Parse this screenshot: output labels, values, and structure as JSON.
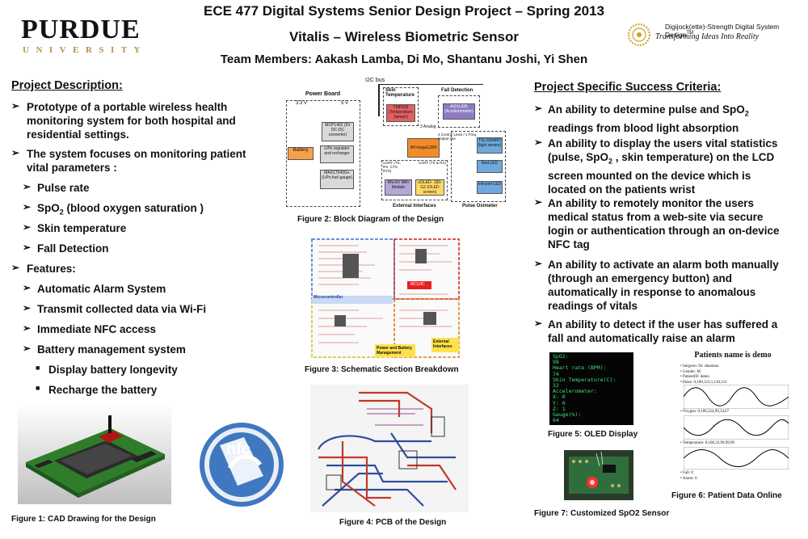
{
  "header": {
    "logo_word": "PURDUE",
    "logo_sub": "UNIVERSITY",
    "line1": "ECE 477 Digital Systems Senior Design Project – Spring 2013",
    "line2": "Vitalis – Wireless Biometric Sensor",
    "line3": "Team Members:  Aakash Lamba, Di Mo, Shantanu Joshi, Yi Shen",
    "dj_line1": "Digijock(ette)-Strength Digital System Design",
    "dj_tm": "TM",
    "dj_line2": "Transforming Ideas Into Reality"
  },
  "description": {
    "title": "Project Description:",
    "p1": "Prototype of a portable wireless health monitoring system for  both hospital  and residential settings.",
    "p2": "The system focuses on monitoring patient vital parameters :",
    "vitals": [
      "Pulse rate",
      "Skin temperature",
      "Fall Detection"
    ],
    "spo2_pre": "SpO",
    "spo2_sub": "2",
    "spo2_post": " (blood oxygen saturation )",
    "features_title": "Features:",
    "features": [
      "Automatic Alarm System",
      "Transmit collected data via Wi-Fi",
      "Immediate  NFC access",
      "Battery management system"
    ],
    "battery": [
      "Display battery longevity",
      "Recharge the battery"
    ]
  },
  "criteria": {
    "title": "Project Specific Success Criteria:",
    "c1a": "An ability to determine pulse and SpO",
    "c1b": "readings from blood light absorption",
    "c2a": "An ability to display the users vital statistics",
    "c2b": "(pulse, SpO",
    "c2c": " , skin temperature) on the LCD",
    "c2d": "screen mounted on the device which is",
    "c2e": "located on the patients wrist",
    "c3": [
      "An ability to remotely monitor the users",
      "medical status from a web-site via secure",
      "login or authentication through an on-device",
      "NFC tag"
    ],
    "c4": [
      "An ability to activate an alarm both manually",
      "(through an emergency button) and",
      "automatically  in response to anomalous",
      "readings of vitals"
    ],
    "c5": [
      "An ability to detect if the user has suffered a",
      "fall and automatically raise an alarm"
    ],
    "sub2": "2"
  },
  "block_diagram": {
    "i2c": "I2C bus",
    "power_board": "Power Board",
    "v33": "3.3 V",
    "v5": "5 V",
    "mcp": "MCP1402 (5V DC-DC converter)",
    "battery": "Battery",
    "lipo": "LiPo regulator and recharger",
    "gauge": "MAX17043G+ (LiPo fuel gauge)",
    "skin": "Skin Temperature",
    "tmp": "TMP102 (Temperature Sensor)",
    "fall": "Fall Detection",
    "adxl": "ADXL335 (Accelerometer)",
    "mcu": "ATmega1284",
    "analog": "3 Analog",
    "ctrl": "4 Control Lines / 1 Freq. Output line",
    "tsl": "TSL230ARD (light sensor)",
    "red": "Red LED",
    "ir": "Infrared LED",
    "uart1": "UART (TX, RX, CTS, RTS)",
    "uart2": "UART (TX & RX)",
    "wifi": "RN-XV WiFi Module",
    "oled": "uOLED- 160-G2 (OLED screen)",
    "ext": "External Interfaces",
    "pulse": "Pulse Oximeter"
  },
  "schematic": {
    "mc": "Microcontroller",
    "ic": "MCU/IC",
    "power": "Power and Battery Management",
    "ext": "External Interfaces"
  },
  "oled": {
    "lines": [
      "SpO2:",
      "98",
      "Heart rate (BPM):",
      "74",
      "Skin Temperature(C):",
      "32",
      "Accelerometer:",
      "X: 0",
      "Y: 0",
      "Z: 1",
      "Gauge(%):",
      "64"
    ]
  },
  "web": {
    "title": "Patients name is demo",
    "bullets": [
      "Surgeon: Dr. shantanu",
      "Gender: M",
      "PatientID: demo",
      "Pulse: 0,100,123,1,120,121"
    ],
    "oxygen": "Oxygen: 0,100,324,99,34,67",
    "temperature": "Temperature: 0,100,32,99,99,99",
    "fall": "Fall: 0",
    "alarm": "Alarm: 0"
  },
  "captions": {
    "fig1": "Figure 1: CAD Drawing for the Design",
    "fig2": "Figure 2: Block Diagram of the Design",
    "fig3": "Figure 3: Schematic Section Breakdown",
    "fig4": "Figure 4: PCB of the Design",
    "fig5": "Figure 5: OLED Display",
    "fig6": "Figure 6: Patient Data Online",
    "fig7": "Figure 7: Customized  SpO2 Sensor"
  },
  "nfc": {
    "label": "nfc"
  },
  "colors": {
    "purdue_gold": "#b39245",
    "mcu_orange": "#f28c28",
    "pcb_red": "#c0392b",
    "pcb_blue": "#2d4e9e"
  }
}
